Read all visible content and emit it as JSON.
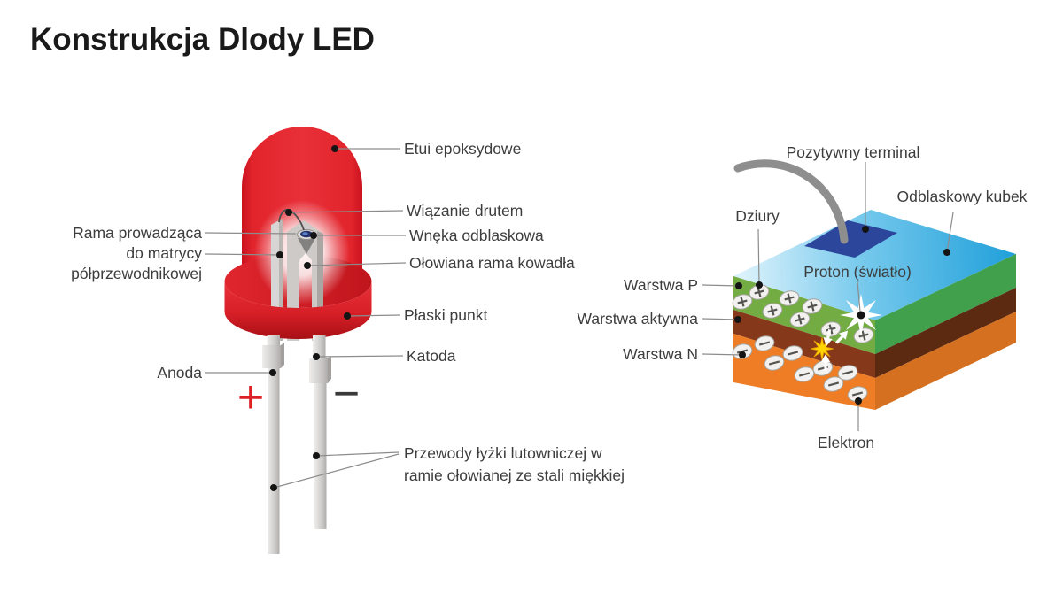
{
  "title": "Konstrukcja Dlody LED",
  "led": {
    "labels": {
      "epoxy_case": "Etui epoksydowe",
      "wire_bond": "Wiązanie drutem",
      "reflective_cavity": "Wnęka odblaskowa",
      "anvil_lead_frame": "Ołowiana rama kowadła",
      "flat_spot": "Płaski punkt",
      "cathode": "Katoda",
      "anode": "Anoda",
      "lead_frame": [
        "Rama prowadząca",
        "do matrycy",
        "półprzewodnikowej"
      ],
      "leads": [
        "Przewody łyżki lutowniczej w",
        "ramie ołowianej ze stali miękkiej"
      ],
      "plus": "+",
      "minus": "−"
    }
  },
  "chip": {
    "labels": {
      "positive_terminal": "Pozytywny terminal",
      "reflective_cup": "Odblaskowy kubek",
      "holes": "Dziury",
      "proton": "Proton (światło)",
      "p_layer": "Warstwa P",
      "active_layer": "Warstwa aktywna",
      "n_layer": "Warstwa N",
      "electron": "Elektron"
    }
  },
  "colors": {
    "led_red": "#e2242c",
    "bowl_red": "#d81f27",
    "metal_gray": "#d5d3d1",
    "terminal_wire_gray": "#8e8e8e",
    "top_face_blue": "#2aa3dc",
    "pad_blue": "#2c469c",
    "p_layer_green": "#74ac44",
    "active_layer_brown": "#86381b",
    "n_layer_orange": "#ee7d26",
    "plus_red": "#dd2025",
    "label_gray": "#3d3d3d"
  }
}
